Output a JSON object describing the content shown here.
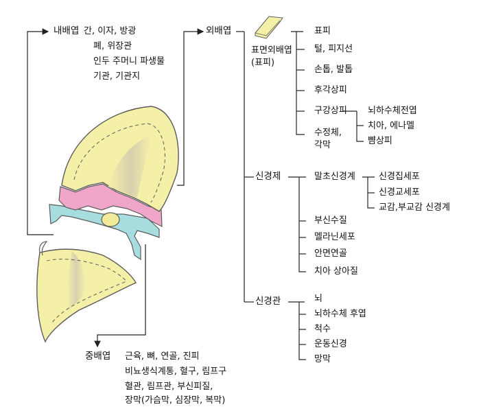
{
  "endoderm": {
    "label": "내배엽",
    "lines": [
      "간, 이자, 방광",
      "폐, 위장관",
      "인두 주머니 파생물",
      "기관, 기관지"
    ]
  },
  "ectoderm": {
    "label": "외배엽",
    "surface": {
      "label_line1": "표면외배엽",
      "label_line2": "(표피)",
      "items": [
        "표피",
        "털, 피지선",
        "손톱, 발톱",
        "후각상피",
        "구강상피",
        "수정체,",
        "각막"
      ],
      "oral_items": [
        "뇌하수체전엽",
        "치아, 에나멜",
        "뺨상피"
      ]
    },
    "neural_crest": {
      "label": "신경제",
      "items": [
        "말초신경계",
        "부신수질",
        "멜라닌세포",
        "안면연골",
        "치아 상아질"
      ],
      "pns_items": [
        "신경집세포",
        "신경교세포",
        "교감,부교감 신경계"
      ]
    },
    "neural_tube": {
      "label": "신경관",
      "items": [
        "뇌",
        "뇌하수체 후엽",
        "척수",
        "운동신경",
        "망막"
      ]
    }
  },
  "mesoderm": {
    "label": "중배엽",
    "lines": [
      "근육, 뼈, 연골, 진피",
      "비뇨생식계통, 혈구, 림프구",
      "혈관, 림프관, 부신피질,",
      "장막(가슴막, 심장막, 복막)"
    ]
  },
  "colors": {
    "ectoderm_fill": "#f5f0a8",
    "ectoderm_dark": "#d8d2a4",
    "mesoderm_fill": "#f0a6c8",
    "endoderm_fill": "#a8dde0",
    "notochord_fill": "#f2ec9a",
    "outline": "#5a5a5a",
    "line": "#222222"
  }
}
